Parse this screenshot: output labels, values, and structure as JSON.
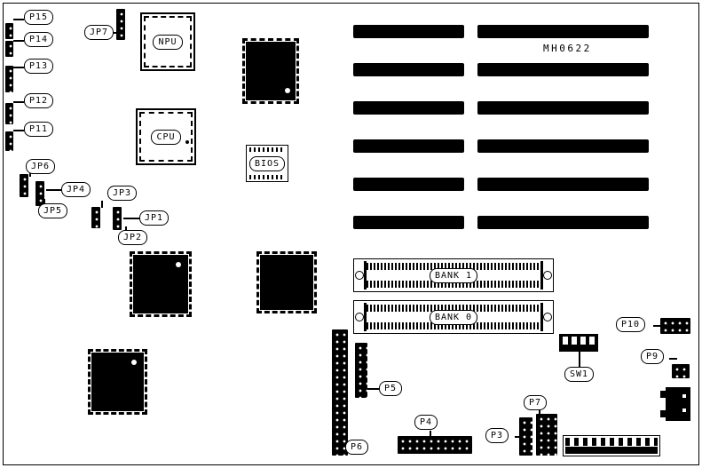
{
  "board": {
    "part_number": "MH0622"
  },
  "chips": {
    "npu": "NPU",
    "cpu": "CPU",
    "bios": "BIOS"
  },
  "memory": {
    "bank1": "BANK 1",
    "bank0": "BANK 0"
  },
  "switches": {
    "sw1": "SW1"
  },
  "jumpers": {
    "jp1": "JP1",
    "jp2": "JP2",
    "jp3": "JP3",
    "jp4": "JP4",
    "jp5": "JP5",
    "jp6": "JP6",
    "jp7": "JP7"
  },
  "connectors": {
    "p3": "P3",
    "p4": "P4",
    "p5": "P5",
    "p6": "P6",
    "p7": "P7",
    "p9": "P9",
    "p10": "P10",
    "p11": "P11",
    "p12": "P12",
    "p13": "P13",
    "p14": "P14",
    "p15": "P15"
  },
  "isa": {
    "slot_rows": 6
  }
}
